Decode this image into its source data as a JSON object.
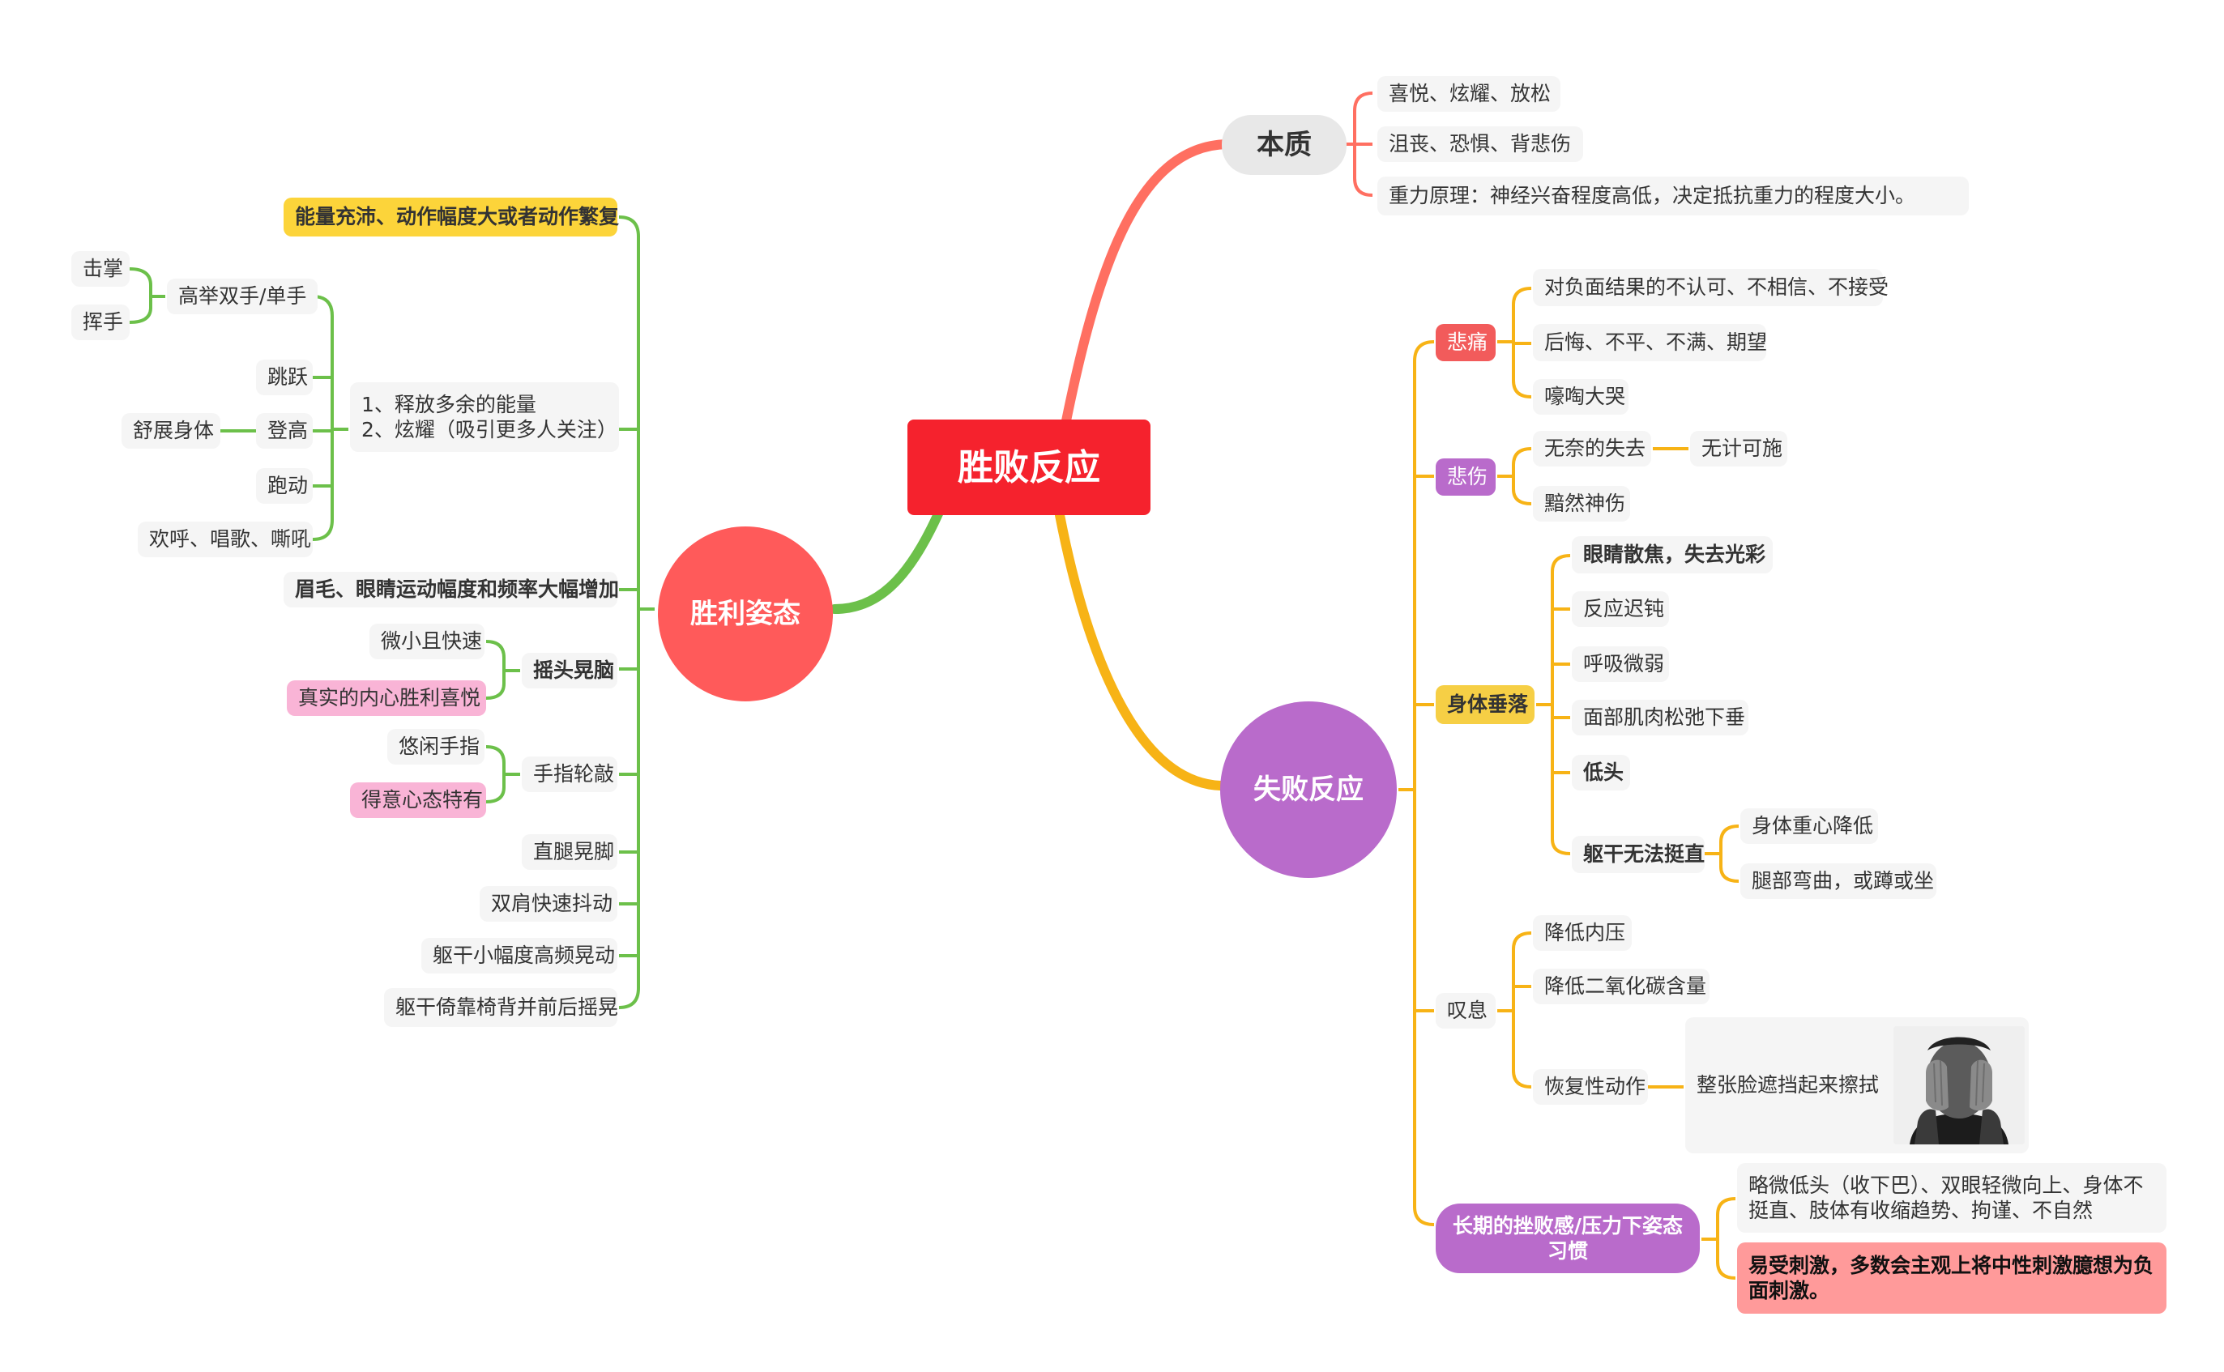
{
  "root": {
    "label": "胜败反应"
  },
  "branches": {
    "essence": {
      "label": "本质",
      "items": [
        "喜悦、炫耀、放松",
        "沮丧、恐惧、背悲伤",
        "重力原理：神经兴奋程度高低，决定抵抗重力的程度大小。"
      ]
    },
    "victory": {
      "label": "胜利姿态",
      "energy": "能量充沛、动作幅度大或者动作繁复",
      "purpose": {
        "line1": "1、释放多余的能量",
        "line2": "2、炫耀（吸引更多人关注）"
      },
      "raise_hands": "高举双手/单手",
      "clap": "击掌",
      "wave": "挥手",
      "jump": "跳跃",
      "climb": "登高",
      "stretch": "舒展身体",
      "run": "跑动",
      "cheer": "欢呼、唱歌、嘶吼",
      "eyebrows": "眉毛、眼睛运动幅度和频率大幅增加",
      "head_shake": "摇头晃脑",
      "small_fast": "微小且快速",
      "true_joy": "真实的内心胜利喜悦",
      "finger_tap": "手指轮敲",
      "leisure_finger": "悠闲手指",
      "smug": "得意心态特有",
      "leg_shake": "直腿晃脚",
      "shoulder": "双肩快速抖动",
      "torso_small": "躯干小幅度高频晃动",
      "chair_rock": "躯干倚靠椅背并前后摇晃"
    },
    "defeat": {
      "label": "失败反应",
      "grief": "悲痛",
      "grief_items": [
        "对负面结果的不认可、不相信、不接受",
        "后悔、不平、不满、期望",
        "嚎啕大哭"
      ],
      "sorrow": "悲伤",
      "helpless": "无奈的失去",
      "no_way": "无计可施",
      "gloomy": "黯然神伤",
      "droop": "身体垂落",
      "droop_items": [
        "眼睛散焦，失去光彩",
        "反应迟钝",
        "呼吸微弱",
        "面部肌肉松弛下垂",
        "低头",
        "躯干无法挺直"
      ],
      "trunk_items": [
        "身体重心降低",
        "腿部弯曲，或蹲或坐"
      ],
      "sigh": "叹息",
      "sigh_items": [
        "降低内压",
        "降低二氧化碳含量",
        "恢复性动作"
      ],
      "cover_face": "整张脸遮挡起来擦拭",
      "long_term": "长期的挫败感/压力下姿态习惯",
      "long_items": [
        "略微低头（收下巴）、双眼轻微向上、身体不挺直、肢体有收缩趋势、拘谨、不自然",
        "易受刺激，多数会主观上将中性刺激臆想为负面刺激。"
      ]
    }
  },
  "colors": {
    "root": "#f5222d",
    "essence_branch": "#ff6f61",
    "victory_branch": "#6cc04a",
    "defeat_branch": "#f7b316",
    "victory_circle": "#ff5a5a",
    "defeat_circle": "#b96bcb"
  }
}
